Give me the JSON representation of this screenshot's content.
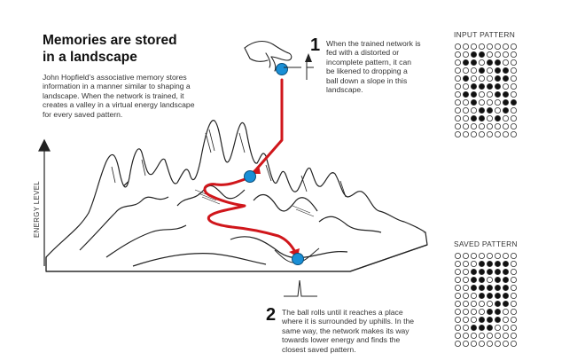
{
  "title": "Memories are stored\nin a landscape",
  "intro": "John Hopfield’s associative memory stores\ninformation in a manner similar to shaping a\nlandscape. When the network is trained, it\ncreates a valley in a virtual energy landscape\nfor every saved pattern.",
  "step1": {
    "number": "1",
    "text": "When the trained network is\nfed with a distorted or\nincomplete pattern, it can\nbe likened to dropping a\nball down a slope in this\nlandscape."
  },
  "step2": {
    "number": "2",
    "text": "The ball rolls until it reaches a place\nwhere it is surrounded by uphills. In the\nsame way, the network makes its way\ntowards lower energy and finds the\nclosest saved pattern."
  },
  "axis_label": "ENERGY LEVEL",
  "input_pattern": {
    "label": "INPUT PATTERN",
    "rows": [
      "00000000",
      "00110000",
      "01101100",
      "00010110",
      "01000110",
      "00111100",
      "01100110",
      "00100011",
      "00011010",
      "00110100",
      "00000000",
      "00000000"
    ]
  },
  "saved_pattern": {
    "label": "SAVED PATTERN",
    "rows": [
      "00000000",
      "00011110",
      "00111110",
      "00110110",
      "00111110",
      "00011110",
      "00000110",
      "00001100",
      "00011100",
      "00111000",
      "00000000",
      "00000000"
    ]
  },
  "colors": {
    "path": "#d0161b",
    "ball": "#1a8fd6",
    "ink": "#222222"
  },
  "icons": [
    "hand-icon",
    "ball-icon"
  ]
}
